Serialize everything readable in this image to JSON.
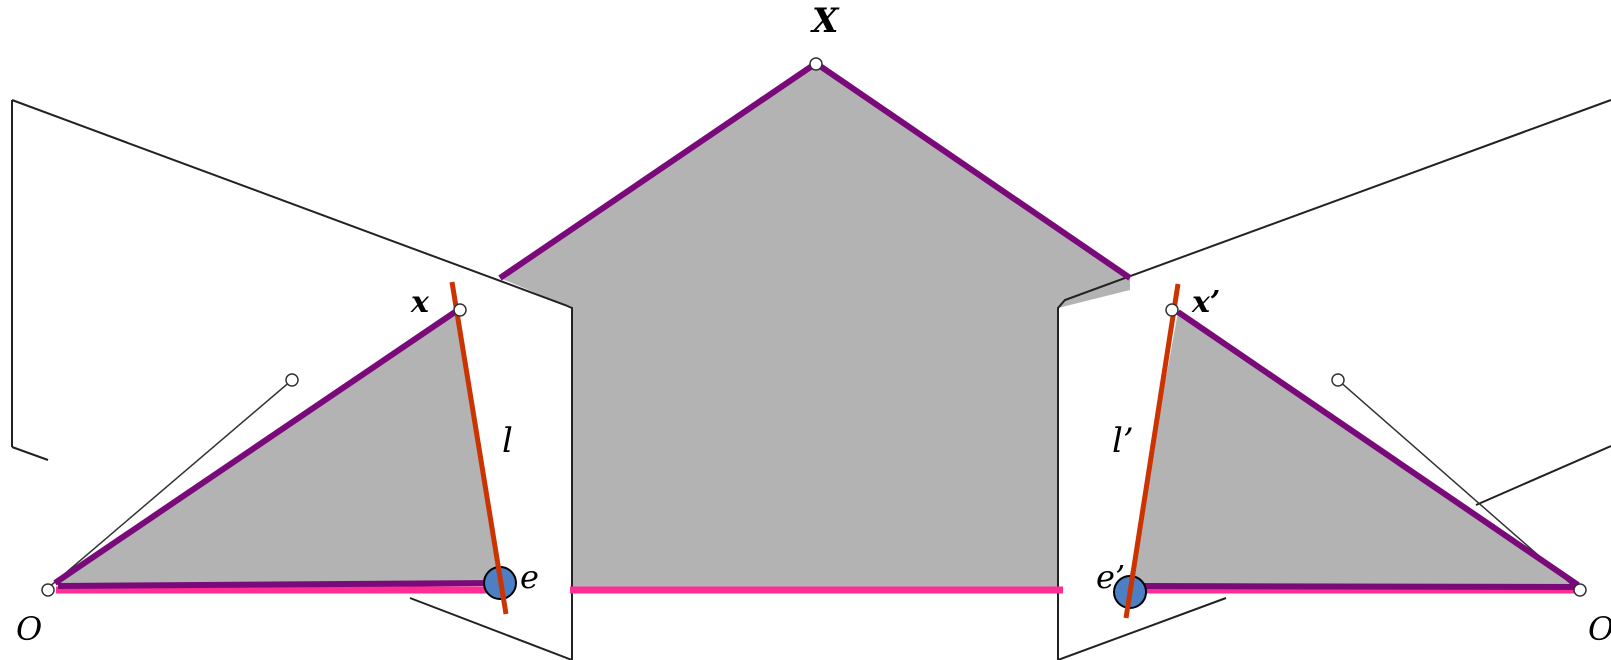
{
  "labels": {
    "point_world": "X",
    "point_left": "x",
    "point_right": "x’",
    "epiline_left": "l",
    "epiline_right": "l’",
    "epipole_left": "e",
    "epipole_right": "e’",
    "center_left": "O",
    "center_right": "O"
  },
  "colors": {
    "plane_fill": "#b3b3b3",
    "ray": "#7a0a7a",
    "baseline": "#ff2d95",
    "epiline": "#cc3300",
    "epipole_fill": "#4d7fc4",
    "frame_line": "#222222"
  }
}
